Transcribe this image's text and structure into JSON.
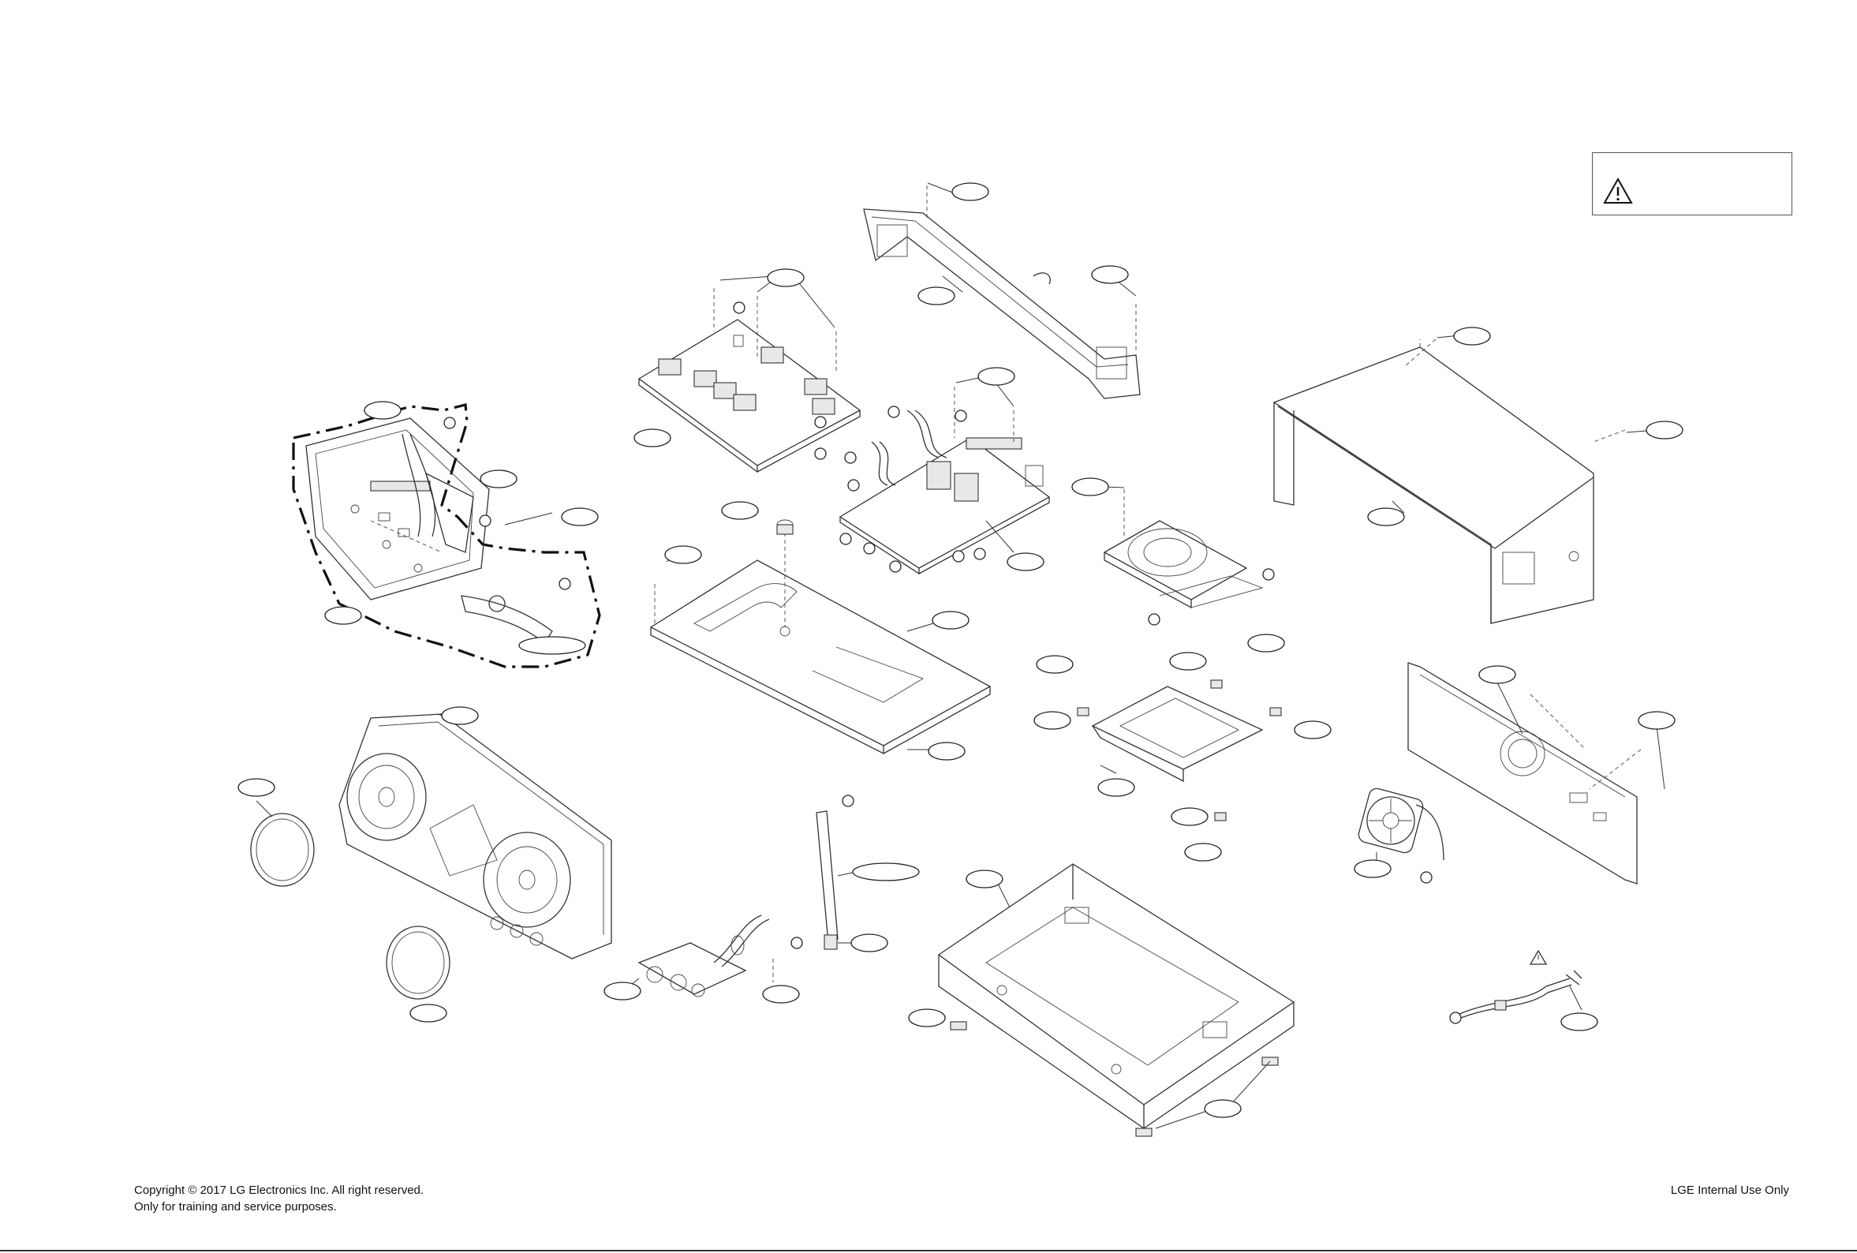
{
  "footer": {
    "copyright_line1": "Copyright © 2017 LG Electronics Inc. All right reserved.",
    "copyright_line2": "Only for training and service purposes.",
    "internal_use": "LGE Internal Use Only"
  },
  "warning_box": {
    "icon": "warning-triangle-icon",
    "text": ""
  },
  "diagram": {
    "type": "exploded-view",
    "callouts_labeled": false,
    "colors": {
      "line": "#333333",
      "background": "#ffffff"
    }
  }
}
